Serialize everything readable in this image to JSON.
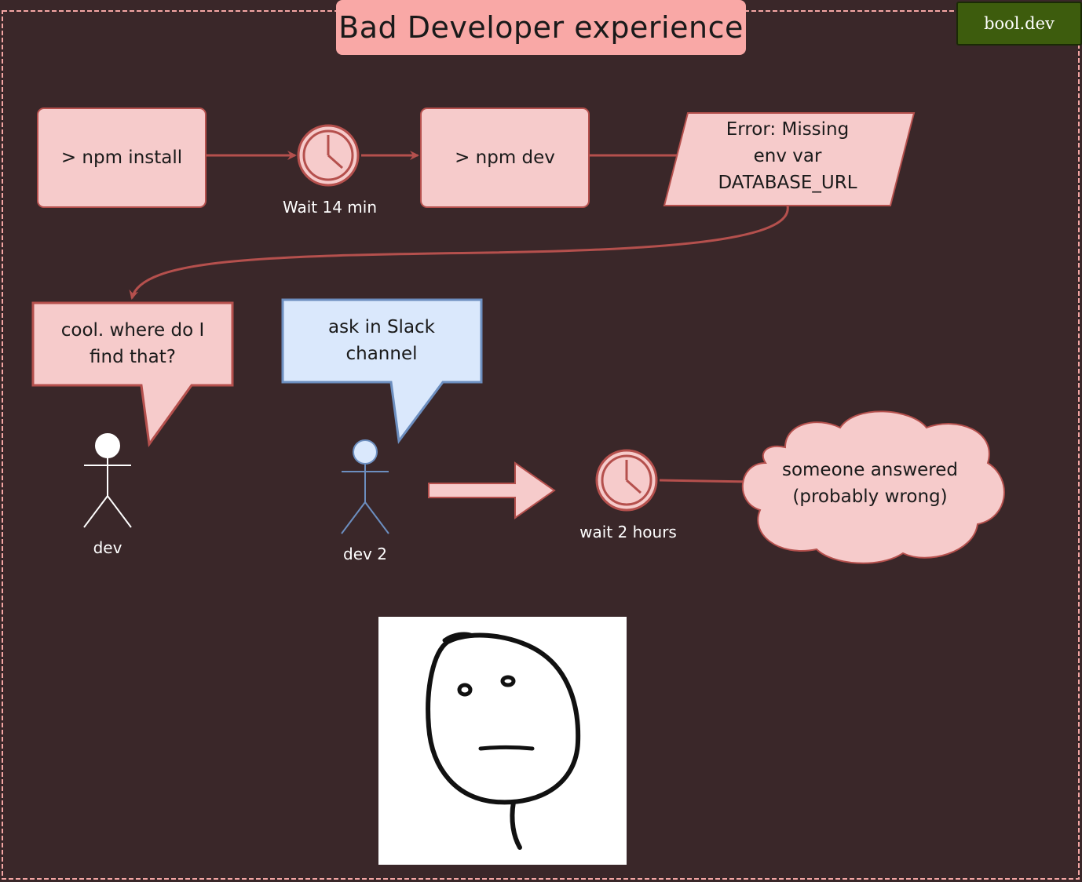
{
  "title": "Bad Developer experience",
  "badge": "bool.dev",
  "steps": {
    "npm_install": "> npm install",
    "wait_install": "Wait 14 min",
    "npm_dev": "> npm dev",
    "error": [
      "Error: Missing",
      "env var",
      "DATABASE_URL"
    ]
  },
  "dev_bubble": [
    "cool. where do I",
    "find that?"
  ],
  "dev_label": "dev",
  "dev2_bubble": [
    "ask in Slack",
    "channel"
  ],
  "dev2_label": "dev 2",
  "wait_answer": "wait 2 hours",
  "answer": [
    "someone answered",
    "(probably wrong)"
  ],
  "colors": {
    "background": "#3a2729",
    "box_fill": "#f6cbcb",
    "box_stroke": "#b5504d",
    "title_fill": "#f9a8a6",
    "badge_fill": "#3d5c0d",
    "bubble2_fill": "#dae8fc",
    "bubble2_stroke": "#6c8ebf"
  }
}
